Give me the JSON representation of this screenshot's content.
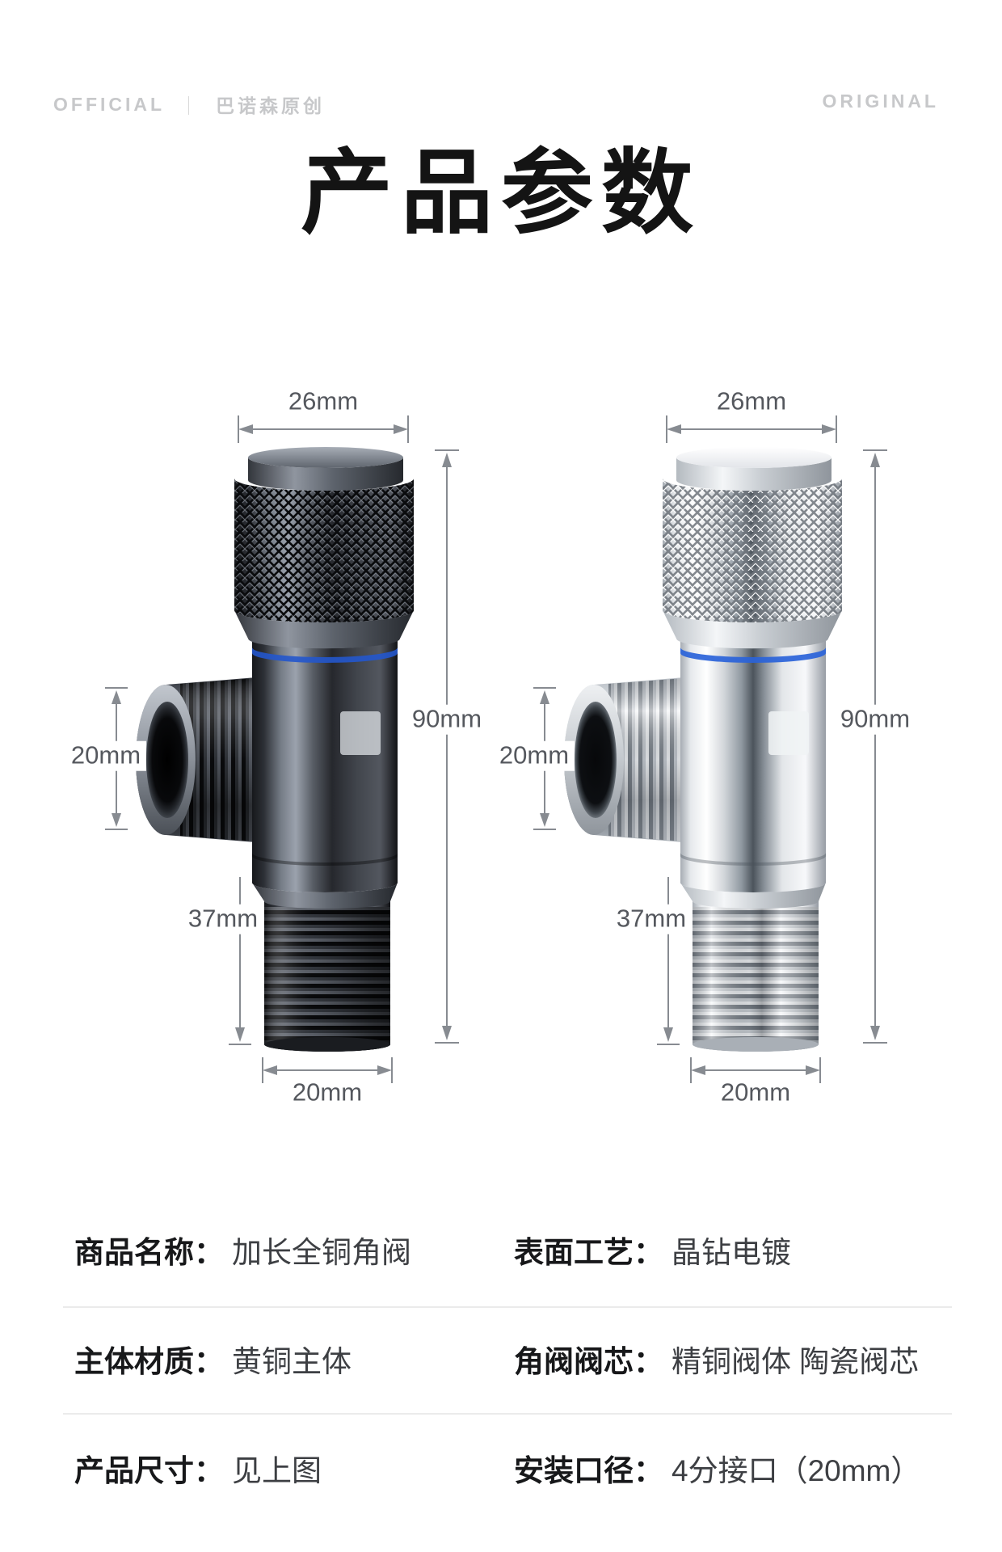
{
  "header": {
    "official_label": "OFFICIAL",
    "separator": "｜",
    "brand_name": "巴诺森原创",
    "original_label": "ORIGINAL"
  },
  "title": "产品参数",
  "diagram": {
    "left_valve": {
      "finish_name": "gunmetal",
      "dims": {
        "top_width": "26mm",
        "total_height": "90mm",
        "outlet_diameter": "20mm",
        "thread_length": "37mm",
        "bottom_diameter": "20mm"
      }
    },
    "right_valve": {
      "finish_name": "chrome",
      "dims": {
        "top_width": "26mm",
        "total_height": "90mm",
        "outlet_diameter": "20mm",
        "thread_length": "37mm",
        "bottom_diameter": "20mm"
      }
    }
  },
  "specs": {
    "rows": [
      {
        "left_label": "商品名称：",
        "left_value": "加长全铜角阀",
        "right_label": "表面工艺：",
        "right_value": "晶钻电镀"
      },
      {
        "left_label": "主体材质：",
        "left_value": "黄铜主体",
        "right_label": "角阀阀芯：",
        "right_value": "精铜阀体 陶瓷阀芯"
      },
      {
        "left_label": "产品尺寸：",
        "left_value": "见上图",
        "right_label": "安装口径：",
        "right_value": "4分接口（20mm）"
      }
    ]
  },
  "colors": {
    "blue_ring": "#2456cc",
    "dimension_text": "#55585e",
    "divider": "#ebebeb",
    "header_gray": "#c7c8ca"
  }
}
